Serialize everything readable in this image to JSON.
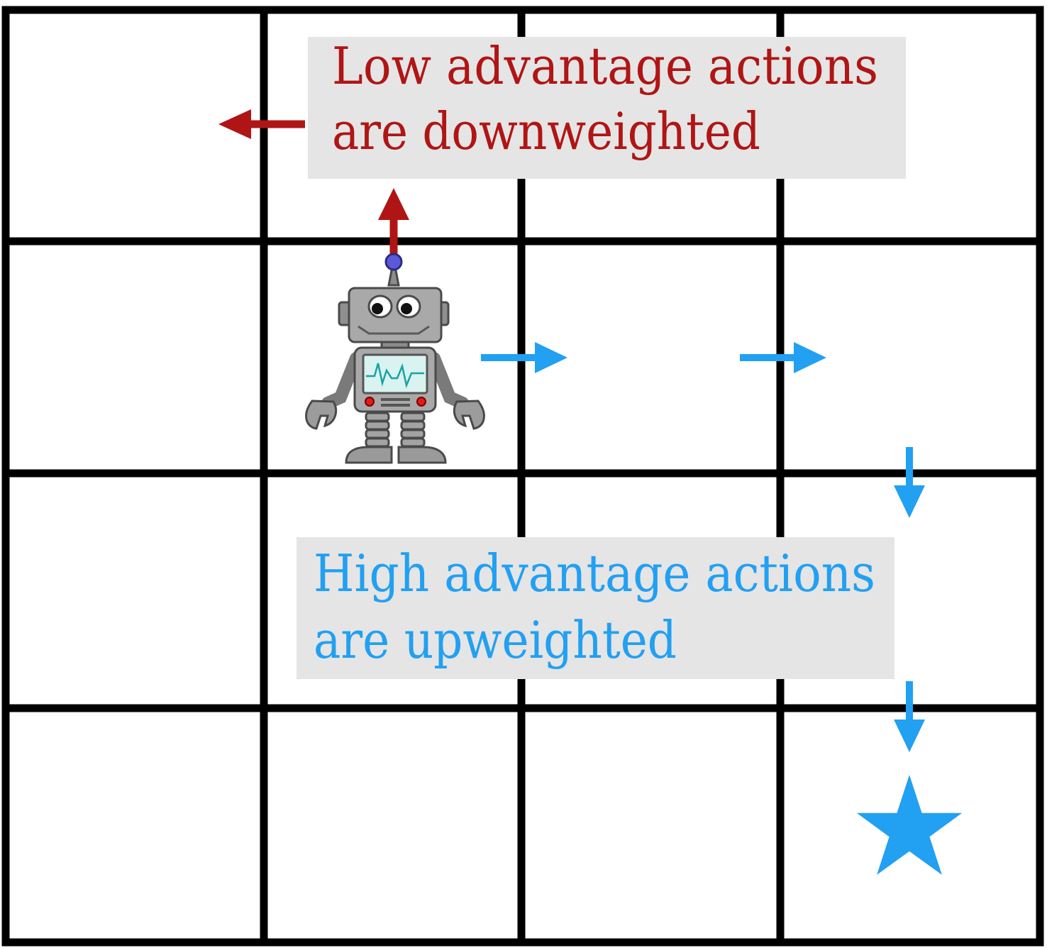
{
  "grid": {
    "rows": 4,
    "cols": 4
  },
  "low_label": {
    "line1": "Low advantage actions",
    "line2": "are downweighted"
  },
  "high_label": {
    "line1": "High advantage actions",
    "line2": "are upweighted"
  },
  "colors": {
    "low": "#b01515",
    "high": "#22a0f2",
    "grid": "#000000",
    "label_box": "#e5e5e5"
  },
  "icons": {
    "agent": "robot-icon",
    "goal": "star-icon"
  }
}
